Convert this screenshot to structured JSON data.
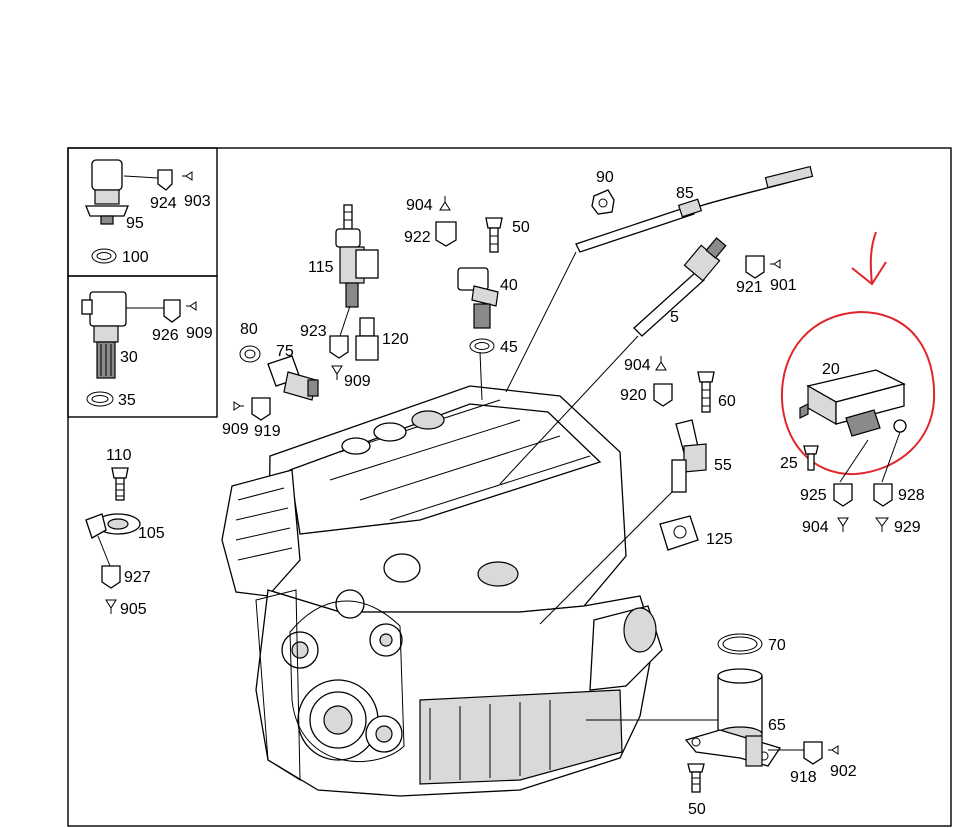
{
  "labels": {
    "l95": "95",
    "l924": "924",
    "l903": "903",
    "l100": "100",
    "l926": "926",
    "l909a": "909",
    "l30": "30",
    "l35": "35",
    "l110": "110",
    "l105": "105",
    "l927": "927",
    "l905": "905",
    "l115": "115",
    "l923": "923",
    "l120": "120",
    "l909b": "909",
    "l80": "80",
    "l75": "75",
    "l909c": "909",
    "l919": "919",
    "l904a": "904",
    "l922": "922",
    "l50a": "50",
    "l40": "40",
    "l45": "45",
    "l90": "90",
    "l85": "85",
    "l5": "5",
    "l921": "921",
    "l901": "901",
    "l904b": "904",
    "l920": "920",
    "l60": "60",
    "l55": "55",
    "l125": "125",
    "l20": "20",
    "l25": "25",
    "l925": "925",
    "l928": "928",
    "l904c": "904",
    "l929": "929",
    "l70": "70",
    "l65": "65",
    "l918": "918",
    "l902": "902",
    "l50b": "50"
  },
  "colors": {
    "annotation": "#e0262b",
    "line": "#000000",
    "background": "#ffffff"
  }
}
